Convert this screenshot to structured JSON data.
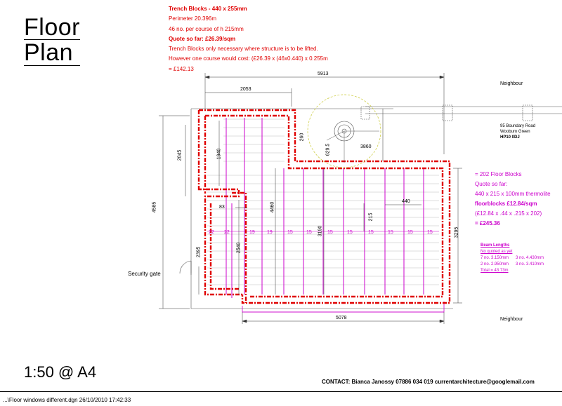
{
  "title": {
    "line1": "Floor",
    "line2": "Plan"
  },
  "notes": {
    "heading": "Trench Blocks - 440 x 255mm",
    "perimeter": "Perimeter 20.396m",
    "course": "46 no. per course of h 215mm",
    "quote": "Quote so far:  £26.39/sqm",
    "note1": "Trench Blocks only necessary where structure is to be lifted.",
    "note2": "However one course would cost: (£26.39 x (46x0.440) x 0.255m",
    "total": "= £142.13"
  },
  "floor_notes": {
    "count": "=  202 Floor Blocks",
    "quote": "Quote so far:",
    "spec1": "440 x 215 x 100mm thermolite",
    "spec2": "floorblocks £12.84/sqm",
    "calc": "(£12.84 x .44 x .215 x 202)",
    "total": "= £245.36"
  },
  "beam_lengths": {
    "heading": "Beam Lengths",
    "subheading": "No quoted as yet",
    "row1a": "7 no. 3.150mm",
    "row1b": "3 no. 4.430mm",
    "row2a": "2 no. 2.950mm",
    "row2b": "3 no. 3.410mm",
    "total": "Total = 43.73m"
  },
  "dimensions": {
    "top_overall": "5913",
    "top_inner": "2053",
    "bottom": "5078",
    "left_overall": "4585",
    "left_upper": "2045",
    "inner_1940": "1940",
    "left_lower": "2395",
    "inner_2540": "2540",
    "inner_4460": "4460",
    "inner_3190": "3190",
    "right": "3295",
    "tree_260": "260",
    "tree_629": "629.5",
    "tree_3860": "3860",
    "block_215": "215",
    "block_440": "440",
    "block_83": "83"
  },
  "joist_labels": [
    "22",
    "22",
    "19",
    "19",
    "15",
    "15",
    "15",
    "15",
    "15",
    "15",
    "15",
    "15"
  ],
  "labels": {
    "neighbour_top": "Neighbour",
    "neighbour_bottom": "Neighbour",
    "address1": "95 Boundary Road",
    "address2": "Wooburn Green",
    "address3": "HP10 0DJ",
    "security_gate": "Security gate"
  },
  "scale": "1:50 @ A4",
  "contact": "CONTACT:  Bianca Janossy 07886 034 019  currentarchitecture@googlemail.com",
  "footer": "...\\Floor windows different.dgn  26/10/2010 17:42:33",
  "colors": {
    "trench": "#e00000",
    "joist": "#cc00cc",
    "grid": "#888888",
    "tree": "#c8c830"
  }
}
